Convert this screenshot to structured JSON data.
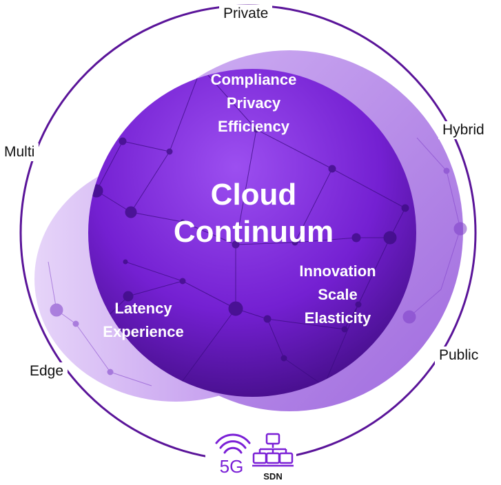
{
  "diagram": {
    "title_line1": "Cloud",
    "title_line2": "Continuum",
    "top_attributes": [
      "Compliance",
      "Privacy",
      "Efficiency"
    ],
    "left_attributes": [
      "Latency",
      "Experience"
    ],
    "right_attributes": [
      "Innovation",
      "Scale",
      "Elasticity"
    ],
    "ring_labels": {
      "top": "Private",
      "upper_left": "Multi",
      "upper_right": "Hybrid",
      "lower_left": "Edge",
      "lower_right": "Public"
    },
    "badge": {
      "network_label": "5G",
      "sdn_label": "SDN",
      "icon_names": [
        "wifi-signal-icon",
        "sdn-network-icon"
      ]
    },
    "colors": {
      "deep_purple": "#4b0c8f",
      "purple": "#7a23d6",
      "light_purple": "#b07de6",
      "lavender": "#d3b8f2",
      "ring": "#5a1499",
      "text_white": "#ffffff"
    }
  }
}
